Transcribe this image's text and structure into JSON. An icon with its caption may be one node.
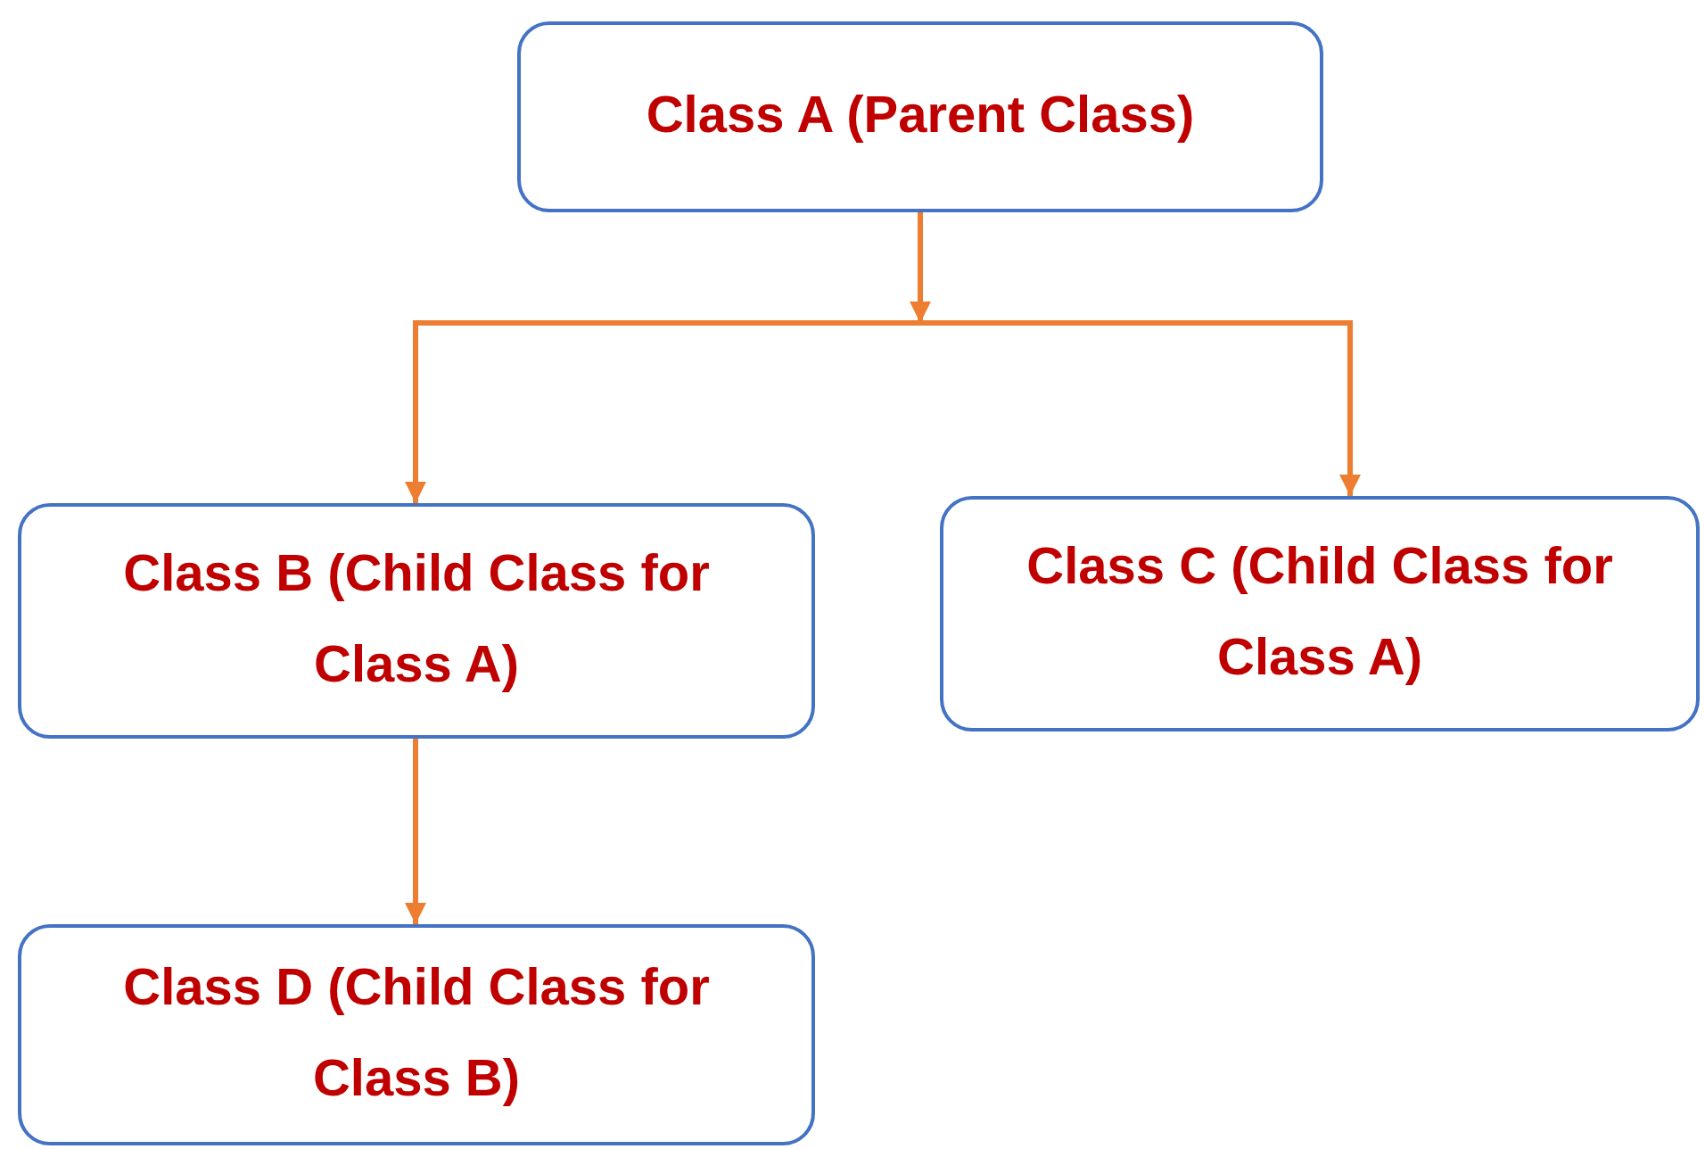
{
  "diagram": {
    "nodes": [
      {
        "text": [
          "Class A (Parent Class)"
        ]
      },
      {
        "text": [
          "Class B (Child Class for Class A)"
        ]
      },
      {
        "text": [
          "Class C (Child Class for Class A)"
        ]
      },
      {
        "text": [
          "Class D (Child Class for Class B)"
        ]
      }
    ],
    "edges": [
      {
        "from": 0,
        "to": 1,
        "arrow": "to"
      },
      {
        "from": 0,
        "to": 2,
        "arrow": "to"
      },
      {
        "from": 1,
        "to": 3,
        "arrow": "to"
      }
    ]
  }
}
